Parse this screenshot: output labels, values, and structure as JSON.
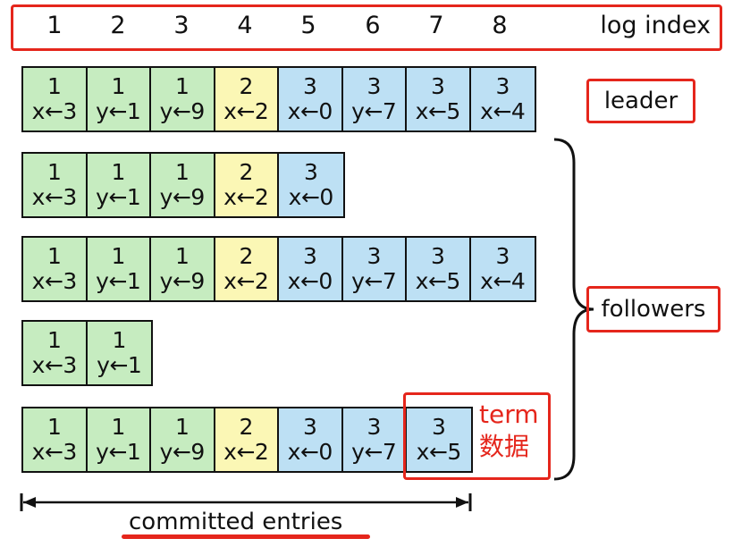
{
  "header": {
    "indices": [
      "1",
      "2",
      "3",
      "4",
      "5",
      "6",
      "7",
      "8"
    ],
    "label": "log index"
  },
  "logs": [
    {
      "role": "leader",
      "entries": [
        {
          "term": "1",
          "cmd": "x←3"
        },
        {
          "term": "1",
          "cmd": "y←1"
        },
        {
          "term": "1",
          "cmd": "y←9"
        },
        {
          "term": "2",
          "cmd": "x←2"
        },
        {
          "term": "3",
          "cmd": "x←0"
        },
        {
          "term": "3",
          "cmd": "y←7"
        },
        {
          "term": "3",
          "cmd": "x←5"
        },
        {
          "term": "3",
          "cmd": "x←4"
        }
      ]
    },
    {
      "role": "follower",
      "entries": [
        {
          "term": "1",
          "cmd": "x←3"
        },
        {
          "term": "1",
          "cmd": "y←1"
        },
        {
          "term": "1",
          "cmd": "y←9"
        },
        {
          "term": "2",
          "cmd": "x←2"
        },
        {
          "term": "3",
          "cmd": "x←0"
        }
      ]
    },
    {
      "role": "follower",
      "entries": [
        {
          "term": "1",
          "cmd": "x←3"
        },
        {
          "term": "1",
          "cmd": "y←1"
        },
        {
          "term": "1",
          "cmd": "y←9"
        },
        {
          "term": "2",
          "cmd": "x←2"
        },
        {
          "term": "3",
          "cmd": "x←0"
        },
        {
          "term": "3",
          "cmd": "y←7"
        },
        {
          "term": "3",
          "cmd": "x←5"
        },
        {
          "term": "3",
          "cmd": "x←4"
        }
      ]
    },
    {
      "role": "follower",
      "entries": [
        {
          "term": "1",
          "cmd": "x←3"
        },
        {
          "term": "1",
          "cmd": "y←1"
        }
      ]
    },
    {
      "role": "follower",
      "entries": [
        {
          "term": "1",
          "cmd": "x←3"
        },
        {
          "term": "1",
          "cmd": "y←1"
        },
        {
          "term": "1",
          "cmd": "y←9"
        },
        {
          "term": "2",
          "cmd": "x←2"
        },
        {
          "term": "3",
          "cmd": "x←0"
        },
        {
          "term": "3",
          "cmd": "y←7"
        },
        {
          "term": "3",
          "cmd": "x←5"
        }
      ]
    }
  ],
  "term_colors": {
    "1": "#c6ecc0",
    "2": "#fbf7b5",
    "3": "#bde0f4"
  },
  "highlight_color": "#e5261c",
  "labels": {
    "leader": "leader",
    "followers": "followers",
    "term_line1": "term",
    "term_line2": "数据",
    "committed": "committed entries"
  }
}
